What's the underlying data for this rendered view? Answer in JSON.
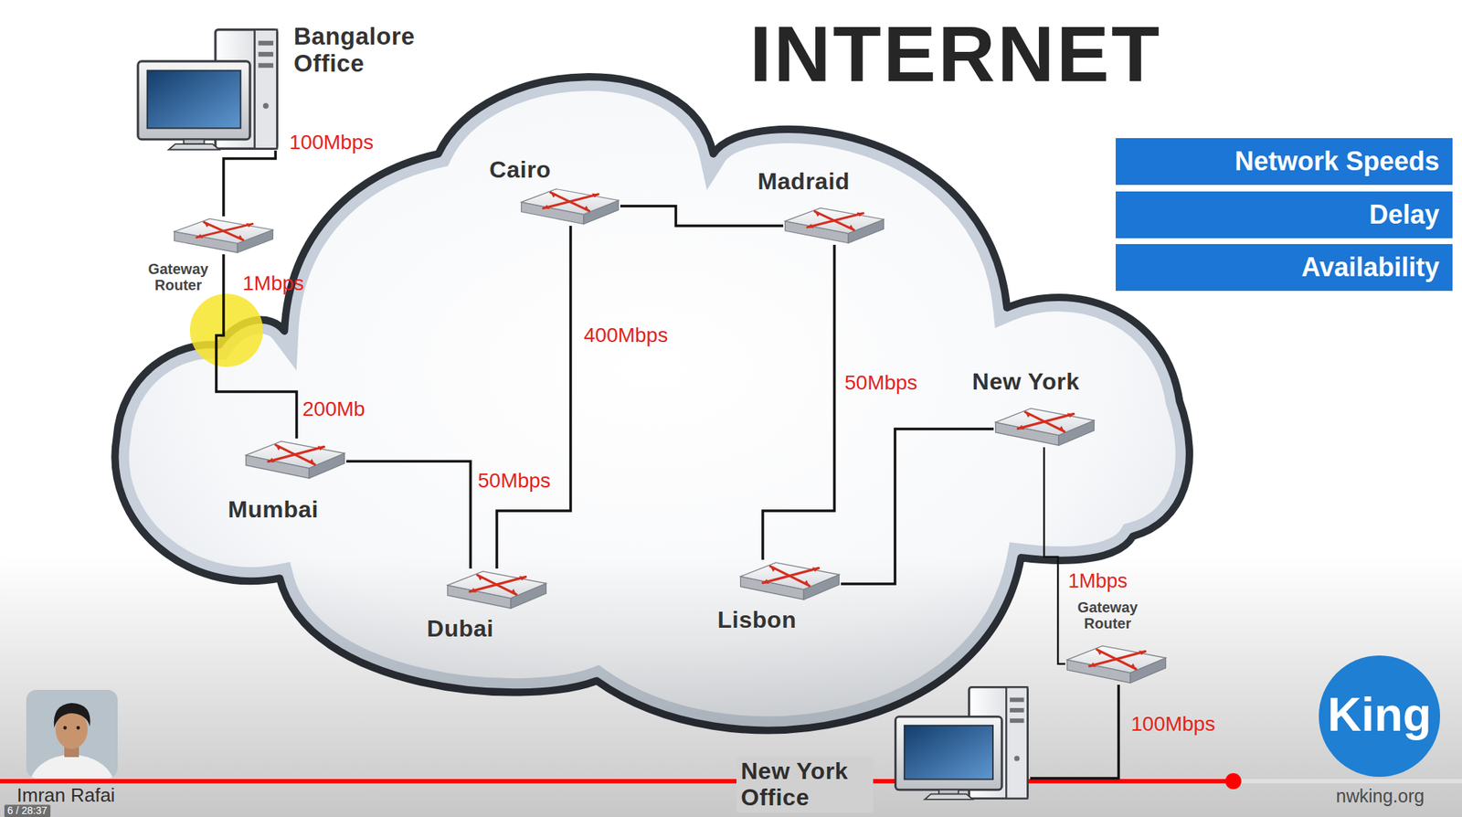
{
  "diagram": {
    "title": "INTERNET",
    "nodes": [
      {
        "text": [
          "Bangalore Office"
        ]
      },
      {
        "text": [
          "Gateway Router"
        ]
      },
      {
        "text": [
          "Cairo"
        ]
      },
      {
        "text": [
          "Madraid"
        ]
      },
      {
        "text": [
          "Network Speeds"
        ]
      },
      {
        "text": [
          "Delay"
        ]
      },
      {
        "text": [
          "Availability"
        ]
      },
      {
        "text": [
          "New York"
        ]
      },
      {
        "text": [
          "Mumbai"
        ]
      },
      {
        "text": [
          "Dubai"
        ]
      },
      {
        "text": [
          "Lisbon"
        ]
      },
      {
        "text": [
          "Gateway Router"
        ]
      },
      {
        "text": [
          "New York Office"
        ]
      },
      {
        "text": [
          "King"
        ]
      }
    ],
    "edges": [
      {
        "from": 0,
        "to": 1,
        "label": "100Mbps",
        "arrow": "none"
      },
      {
        "from": 1,
        "to": 8,
        "label": "1Mbps",
        "arrow": "none"
      },
      {
        "from": 8,
        "to": 9,
        "label": "50Mbps",
        "arrow": "none"
      },
      {
        "from": 9,
        "to": 2,
        "label": "400Mbps",
        "arrow": "none"
      },
      {
        "from": 2,
        "to": 3,
        "arrow": "none"
      },
      {
        "from": 3,
        "to": 10,
        "label": "50Mbps",
        "arrow": "none"
      },
      {
        "from": 10,
        "to": 7,
        "arrow": "none"
      },
      {
        "from": 7,
        "to": 11,
        "label": "1Mbps",
        "arrow": "none"
      },
      {
        "from": 11,
        "to": 12,
        "label": "100Mbps",
        "arrow": "none"
      }
    ],
    "labels": [
      "200Mb",
      "Imran Rafai",
      "6 / 28:37",
      "nwking.org"
    ]
  }
}
